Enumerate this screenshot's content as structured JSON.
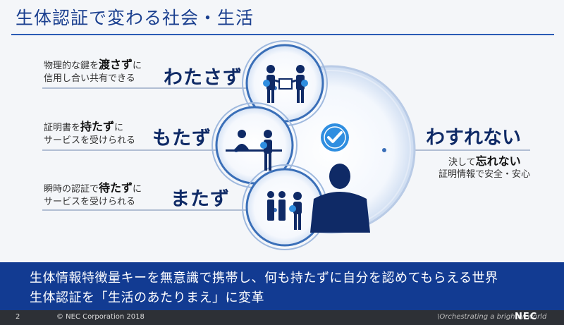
{
  "slide": {
    "title": "生体認証で変わる社会・生活",
    "items": [
      {
        "desc_pre": "物理的な鍵を",
        "desc_bold": "渡さず",
        "desc_post": "に",
        "desc_line2": "信用し合い共有できる",
        "headline": "わたさず"
      },
      {
        "desc_pre": "証明書を",
        "desc_bold": "持たず",
        "desc_post": "に",
        "desc_line2": "サービスを受けられる",
        "headline": "もたず"
      },
      {
        "desc_pre": "瞬時の認証で",
        "desc_bold": "待たず",
        "desc_post": "に",
        "desc_line2": "サービスを受けられる",
        "headline": "またず"
      }
    ],
    "right": {
      "headline": "わすれない",
      "sub_pre": "決して",
      "sub_bold": "忘れない",
      "sub_line2": "証明情報で安全・安心"
    },
    "banner": {
      "line1": "生体情報特徴量キーを無意識で携帯し、何も持たずに自分を認めてもらえる世界",
      "line2": "生体認証を「生活のあたりまえ」に変革"
    },
    "footer": {
      "page_number": "2",
      "copyright": "© NEC Corporation 2018",
      "tagline": "\\Orchestrating a brighter world",
      "logo": "NEC"
    },
    "colors": {
      "title": "#1a3f8f",
      "navy": "#0f2a66",
      "banner": "#123b92",
      "check": "#2f8ee0",
      "circle_ring": "#3a6fb8"
    },
    "icons": [
      "key-handover-icon",
      "certificate-counter-icon",
      "queue-people-icon",
      "check-badge-icon",
      "person-silhouette-icon"
    ]
  }
}
